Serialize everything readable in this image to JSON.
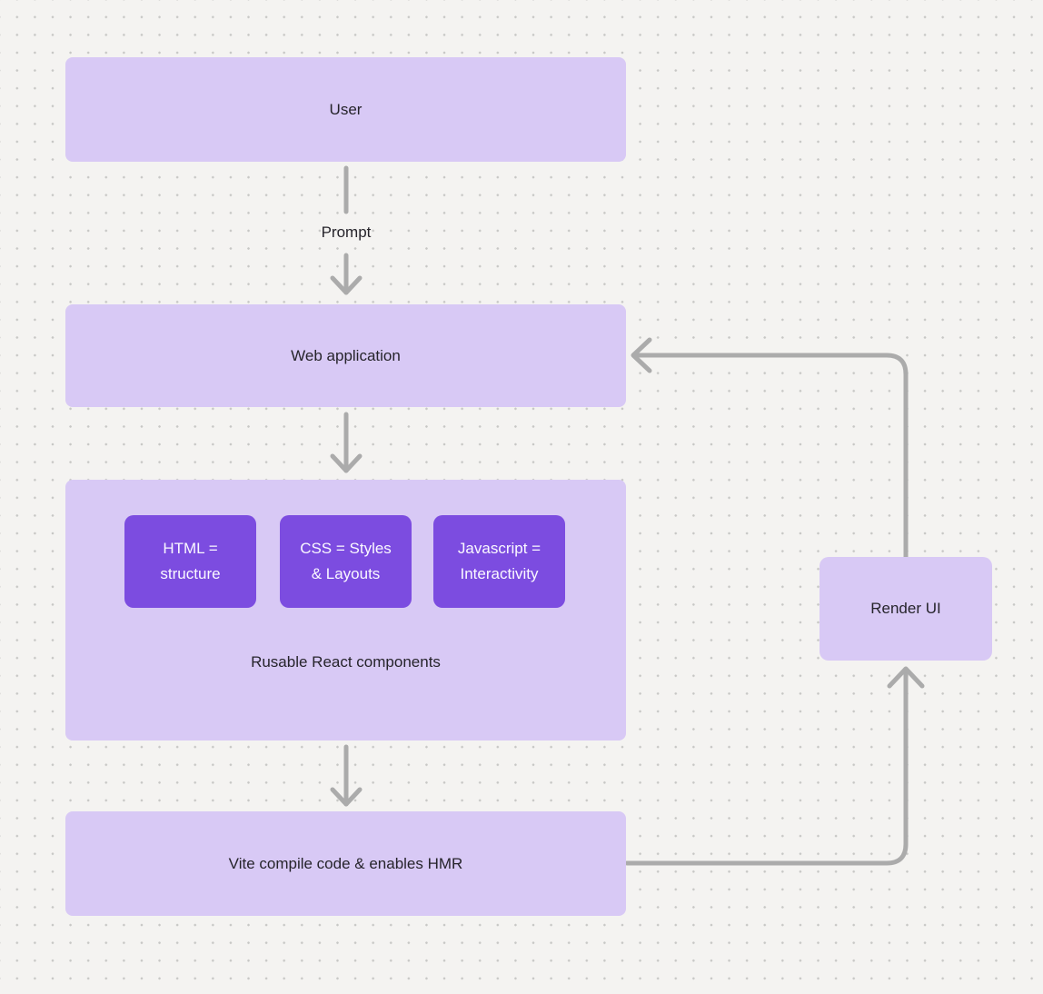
{
  "theme": {
    "background": "#f4f3f1",
    "dot_color": "#c7c7c5",
    "node_fill": "#d8c9f5",
    "accent_fill": "#7c4ce0",
    "accent_text": "#faf8ff",
    "text_color": "#26242b",
    "arrow_color": "#ababab"
  },
  "nodes": {
    "user": {
      "label": "User"
    },
    "web_application": {
      "label": "Web application"
    },
    "components": {
      "label": "Rusable React components",
      "children": [
        {
          "label_line1": "HTML =",
          "label_line2": "structure"
        },
        {
          "label_line1": "CSS = Styles",
          "label_line2": "& Layouts"
        },
        {
          "label_line1": "Javascript =",
          "label_line2": "Interactivity"
        }
      ]
    },
    "vite": {
      "label": "Vite compile code & enables HMR"
    },
    "render_ui": {
      "label": "Render UI"
    }
  },
  "edges": {
    "prompt_label": "Prompt"
  }
}
